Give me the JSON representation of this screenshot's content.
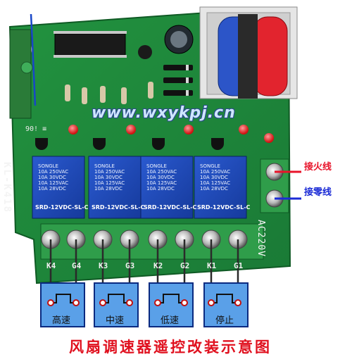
{
  "image": {
    "watermark": "www.wxykpj.cn",
    "board_label": "KL-K418",
    "silkscreen_90": "90! ≡",
    "ac_label": "AC220V",
    "terminal_labels": [
      "K4",
      "G4",
      "K3",
      "G3",
      "K2",
      "G2",
      "K1",
      "G1"
    ],
    "relay": {
      "brand": "SONGLE",
      "rating_a": "10A 250VAC",
      "rating_b": "10A 30VDC",
      "rating_c": "10A 125VAC",
      "rating_d": "10A 28VDC",
      "model": "SRD-12VDC-SL-C"
    },
    "wire_labels": {
      "live": "接火线",
      "neutral": "接零线"
    },
    "button_labels": [
      "高速",
      "中速",
      "低速",
      "停止"
    ],
    "caption": "风扇调速器遥控改装示意图",
    "colors": {
      "pcb": "#1f8a3c",
      "relay": "#1d46b8",
      "terminal": "#2f9d4a",
      "live_wire": "#e8142a",
      "neutral_wire": "#1b2bd6",
      "caption": "#e0101e"
    }
  }
}
